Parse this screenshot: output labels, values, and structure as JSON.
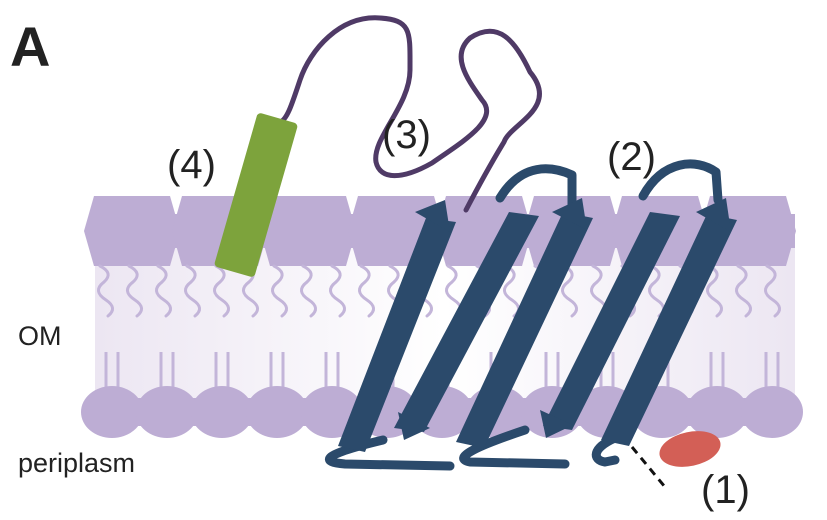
{
  "panel_label": "A",
  "labels": {
    "om": "OM",
    "periplasm": "periplasm",
    "site_1": "(1)",
    "site_2": "(2)",
    "site_3": "(3)",
    "site_4": "(4)"
  },
  "colors": {
    "membrane": "#bdadd4",
    "lipid_tail": "#c3b5d9",
    "barrel": "#2b4a6b",
    "loop": "#4f3a66",
    "helix": "#7da33c",
    "cleaved_fragment": "#d35f56",
    "cut_line": "#111111"
  }
}
